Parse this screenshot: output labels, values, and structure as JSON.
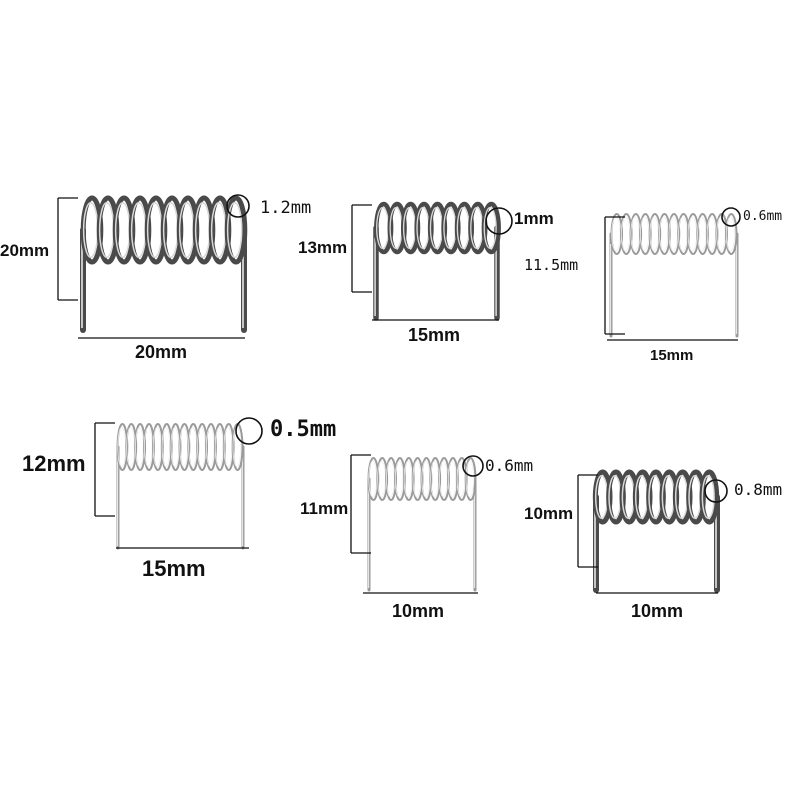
{
  "colors": {
    "spring_dark": "#4a4a4a",
    "spring_light": "#9a9a9a",
    "line": "#111111"
  },
  "springs": [
    {
      "name": "spring-1",
      "wire": "1.2mm",
      "height": "20mm",
      "width": "20mm",
      "coils": 10,
      "shade": "dark"
    },
    {
      "name": "spring-2",
      "wire": "1mm",
      "height": "13mm",
      "width": "15mm",
      "coils": 9,
      "shade": "dark"
    },
    {
      "name": "spring-3",
      "wire": "0.6mm",
      "height": "11.5mm",
      "width": "15mm",
      "coils": 13,
      "shade": "light"
    },
    {
      "name": "spring-4",
      "wire": "0.5mm",
      "height": "12mm",
      "width": "15mm",
      "coils": 14,
      "shade": "light"
    },
    {
      "name": "spring-5",
      "wire": "0.6mm",
      "height": "11mm",
      "width": "10mm",
      "coils": 12,
      "shade": "light"
    },
    {
      "name": "spring-6",
      "wire": "0.8mm",
      "height": "10mm",
      "width": "10mm",
      "coils": 9,
      "shade": "dark"
    }
  ]
}
